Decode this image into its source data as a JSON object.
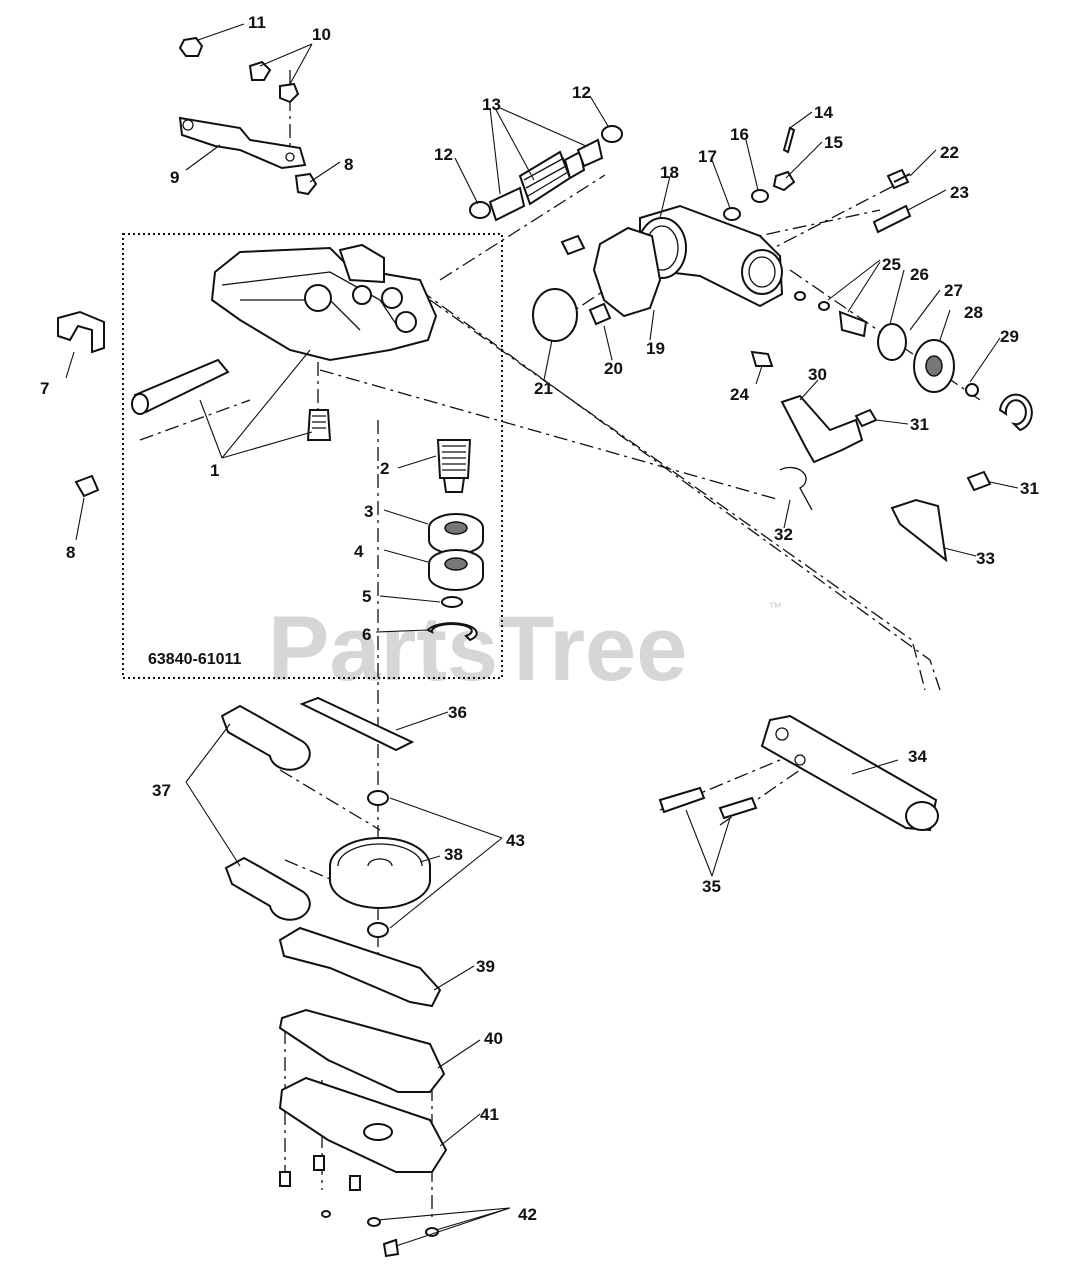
{
  "diagram": {
    "assembly_number": "63840-61011",
    "watermark": {
      "text": "PartsTree",
      "trademark": "™"
    },
    "callouts": [
      "1",
      "2",
      "3",
      "4",
      "5",
      "6",
      "7",
      "8",
      "9",
      "10",
      "11",
      "12",
      "13",
      "14",
      "15",
      "16",
      "17",
      "18",
      "19",
      "20",
      "21",
      "22",
      "23",
      "24",
      "25",
      "26",
      "27",
      "28",
      "29",
      "30",
      "31",
      "32",
      "33",
      "34",
      "35",
      "36",
      "37",
      "38",
      "39",
      "40",
      "41",
      "42",
      "43"
    ]
  }
}
